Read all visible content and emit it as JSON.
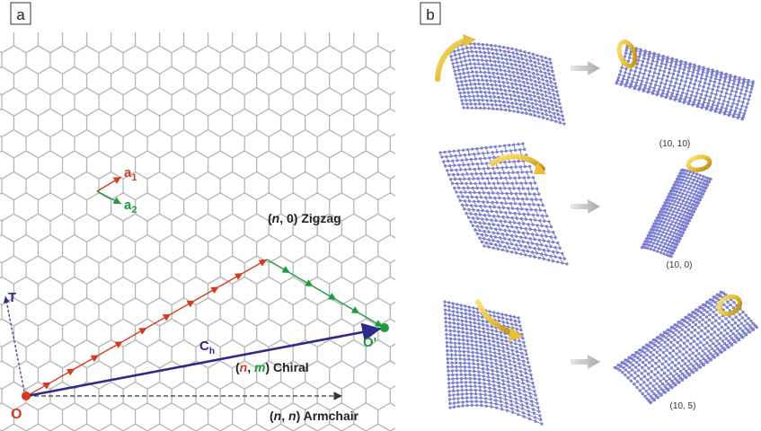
{
  "panel_a": {
    "label": "a",
    "vector_a1": {
      "main": "a",
      "sub": "1"
    },
    "vector_a2": {
      "main": "a",
      "sub": "2"
    },
    "zigzag": {
      "index": "n",
      "rest": ", 0) Zigzag"
    },
    "chiral": {
      "index_n": "n",
      "index_m": "m",
      "rest": ") Chiral"
    },
    "armchair": {
      "index": "n",
      "mid": ", ",
      "index2": "n",
      "rest": ") Armchair"
    },
    "chiral_vector": {
      "main": "C",
      "sub": "h"
    },
    "translation_vector": "T",
    "origin": "O",
    "end_point": "O'",
    "paren_open": "("
  },
  "panel_b": {
    "label": "b",
    "tubes": [
      {
        "indices": "(10, 10)"
      },
      {
        "indices": "(10, 0)"
      },
      {
        "indices": "(10, 5)"
      }
    ]
  },
  "colors": {
    "lattice": "#b5b5b5",
    "a1": "#d33a1f",
    "a2": "#1e9a3c",
    "ch": "#2c2a8c",
    "atoms": "#6f72c8",
    "roll_arrow": "#e7bf3a",
    "process_arrow": "#bdbdbd"
  }
}
